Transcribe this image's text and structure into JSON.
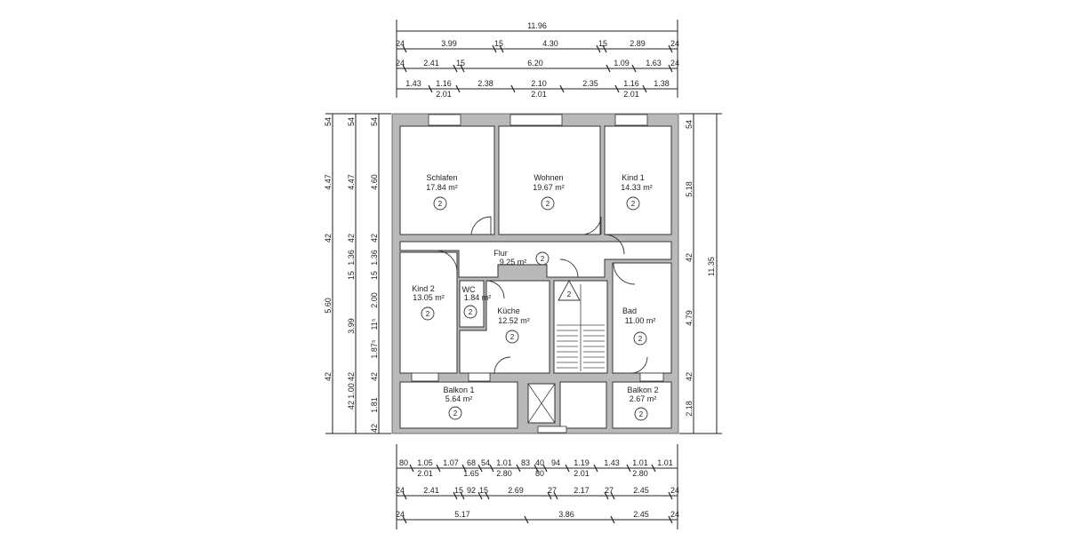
{
  "plan": {
    "rooms": [
      {
        "name": "Schlafen",
        "area": "17.84 m²",
        "marker": "2"
      },
      {
        "name": "Wohnen",
        "area": "19.67 m²",
        "marker": "2"
      },
      {
        "name": "Kind 1",
        "area": "14.33 m²",
        "marker": "2"
      },
      {
        "name": "Flur",
        "area": "9.25 m²",
        "marker": "2"
      },
      {
        "name": "Kind 2",
        "area": "13.05 m²",
        "marker": "2"
      },
      {
        "name": "WC",
        "area": "1.84 m²",
        "marker": "2"
      },
      {
        "name": "Küche",
        "area": "12.52 m²",
        "marker": "2"
      },
      {
        "name": "Bad",
        "area": "11.00 m²",
        "marker": "2"
      },
      {
        "name": "Balkon 1",
        "area": "5.64 m²",
        "marker": "2"
      },
      {
        "name": "Balkon 2",
        "area": "2.67 m²",
        "marker": "2"
      }
    ],
    "stair_marker": "2",
    "top_dims": {
      "overall": "11.96",
      "row2": [
        "24",
        "3.99",
        "15",
        "4.30",
        "15",
        "2.89",
        "24"
      ],
      "row3": [
        "24",
        "2.41",
        "15",
        "6.20",
        "1.09",
        "1.63",
        "24"
      ],
      "row4": [
        "1.43",
        "1.16",
        "2.38",
        "2.10",
        "2.35",
        "1.16",
        "1.38"
      ],
      "row4_sub": [
        "2.01",
        "2.01",
        "2.01"
      ]
    },
    "bottom_dims": {
      "row1": [
        "80",
        "1.05",
        "1.07",
        "68",
        "54",
        "1.01",
        "83",
        "40",
        "94",
        "1.19",
        "1.43",
        "1.01",
        "1.01"
      ],
      "row1_sub": [
        "2.01",
        "1.65",
        "2.80",
        "80",
        "2.01",
        "2.80"
      ],
      "row2": [
        "24",
        "2.41",
        "15",
        "92",
        "15",
        "2.69",
        "27",
        "2.17",
        "27",
        "2.45",
        "24"
      ],
      "row3": [
        "24",
        "5.17",
        "3.86",
        "2.45",
        "24"
      ]
    },
    "left_dims": {
      "col1": [
        "54",
        "4.47",
        "42",
        "5.60",
        "42"
      ],
      "col2": [
        "54",
        "4.47",
        "42",
        "1.36",
        "15",
        "3.99",
        "42",
        "1.00",
        "42"
      ],
      "col3": [
        "54",
        "4.60",
        "42",
        "1.36",
        "15",
        "2.00",
        "11⁵",
        "1.87⁵",
        "42",
        "1.81",
        "42"
      ]
    },
    "right_dims": {
      "col1": [
        "54",
        "5.18",
        "42",
        "4.79",
        "42",
        "2.18"
      ],
      "col2": [
        "11.35"
      ]
    }
  }
}
